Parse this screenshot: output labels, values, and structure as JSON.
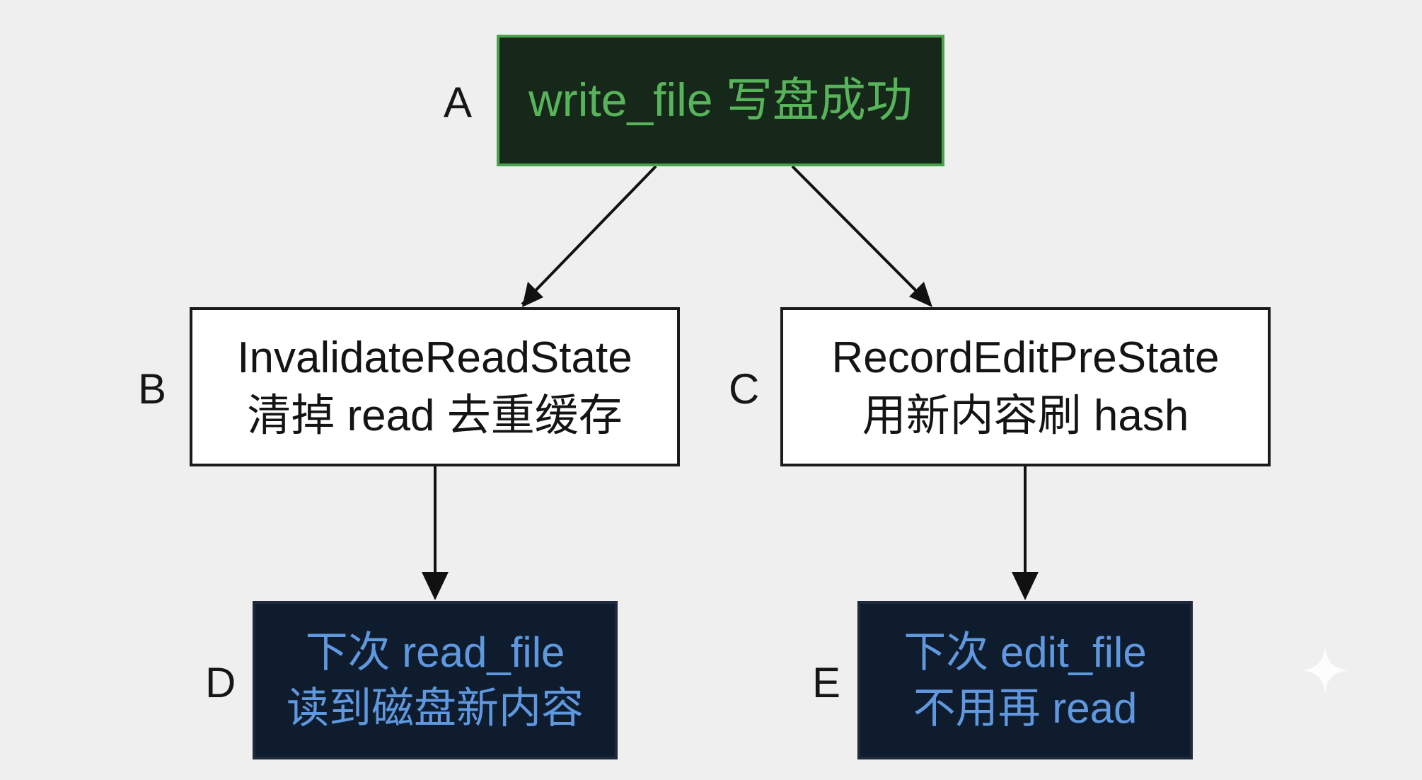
{
  "nodes": {
    "a": {
      "letter": "A",
      "lines": [
        "write_file 写盘成功"
      ]
    },
    "b": {
      "letter": "B",
      "lines": [
        "InvalidateReadState",
        "清掉 read 去重缓存"
      ]
    },
    "c": {
      "letter": "C",
      "lines": [
        "RecordEditPreState",
        "用新内容刷 hash"
      ]
    },
    "d": {
      "letter": "D",
      "lines": [
        "下次 read_file",
        "读到磁盘新内容"
      ]
    },
    "e": {
      "letter": "E",
      "lines": [
        "下次 edit_file",
        "不用再 read"
      ]
    }
  },
  "edges": [
    {
      "from": "A",
      "to": "B"
    },
    {
      "from": "A",
      "to": "C"
    },
    {
      "from": "B",
      "to": "D"
    },
    {
      "from": "C",
      "to": "E"
    }
  ],
  "colors": {
    "background": "#efeff0",
    "success_fill": "#16281a",
    "success_border": "#4aa24d",
    "success_text": "#58b45a",
    "process_fill": "#ffffff",
    "process_border": "#1b1b1b",
    "outcome_fill": "#0f1c2e",
    "outcome_text": "#5f98df"
  }
}
